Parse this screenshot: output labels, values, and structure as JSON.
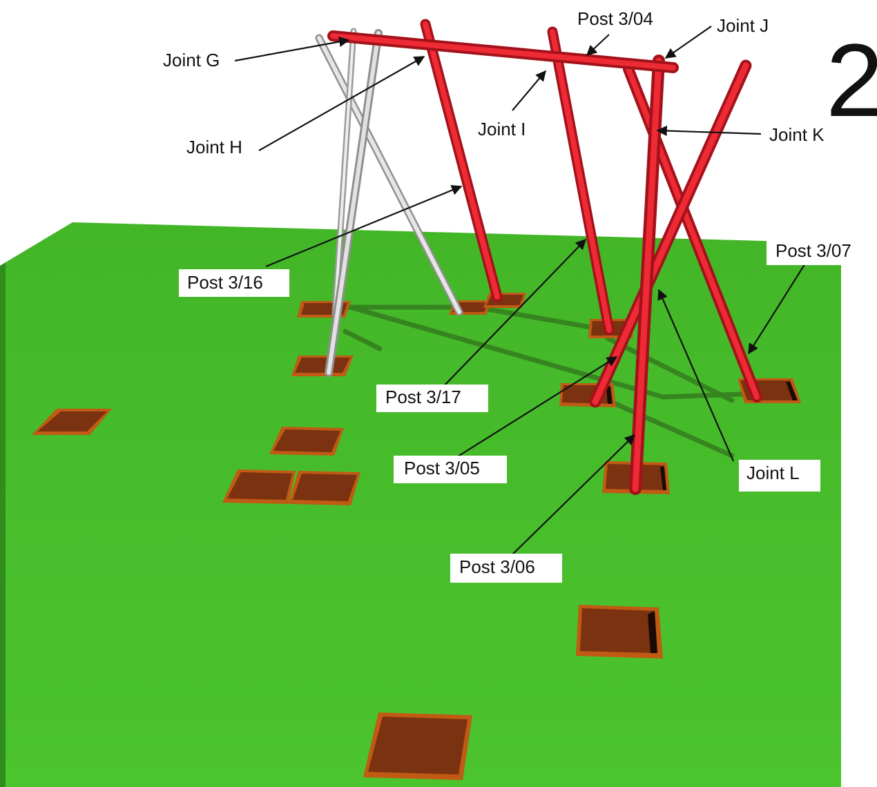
{
  "step_number": "2",
  "labels": {
    "joint_g": "Joint G",
    "joint_h": "Joint H",
    "joint_i": "Joint I",
    "joint_j": "Joint J",
    "joint_k": "Joint K",
    "joint_l": "Joint L",
    "post_304": "Post 3/04",
    "post_316": "Post 3/16",
    "post_317": "Post 3/17",
    "post_305": "Post 3/05",
    "post_306": "Post 3/06",
    "post_307": "Post 3/07"
  },
  "colors": {
    "ground": "#49c02c",
    "ground_edge": "#3aa020",
    "hole_rim": "#c05a14",
    "hole_inside": "#7a3210",
    "hole_shadow": "#1a0a04",
    "post_red": "#e8242f",
    "post_red_dark": "#a3121b",
    "post_silver": "#d8d8d8",
    "post_silver_dark": "#8f8f8f",
    "shadow": "#1f3a12"
  }
}
